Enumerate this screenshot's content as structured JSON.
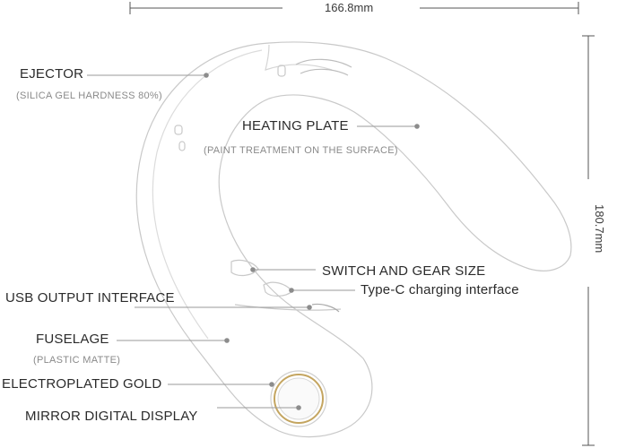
{
  "dimensions": {
    "width": "166.8mm",
    "height": "180.7mm"
  },
  "labels": {
    "ejector": {
      "title": "EJECTOR",
      "note": "(SILICA GEL HARDNESS 80%)"
    },
    "heating_plate": {
      "title": "HEATING PLATE",
      "note": "(PAINT TREATMENT ON THE SURFACE)"
    },
    "switch": {
      "title": "SWITCH AND GEAR SIZE"
    },
    "type_c": {
      "title": "Type-C charging interface"
    },
    "usb_output": {
      "title": "USB OUTPUT INTERFACE"
    },
    "fuselage": {
      "title": "FUSELAGE",
      "note": "(PLASTIC MATTE)"
    },
    "electroplated": {
      "title": "ELECTROPLATED GOLD"
    },
    "mirror_display": {
      "title": "MIRROR DIGITAL DISPLAY"
    }
  },
  "colors": {
    "outline": "#c9c9c9",
    "leader": "#9a9a9a",
    "dot": "#8c8c8c",
    "text": "#2b2b2b",
    "note": "#8a8a8a"
  }
}
